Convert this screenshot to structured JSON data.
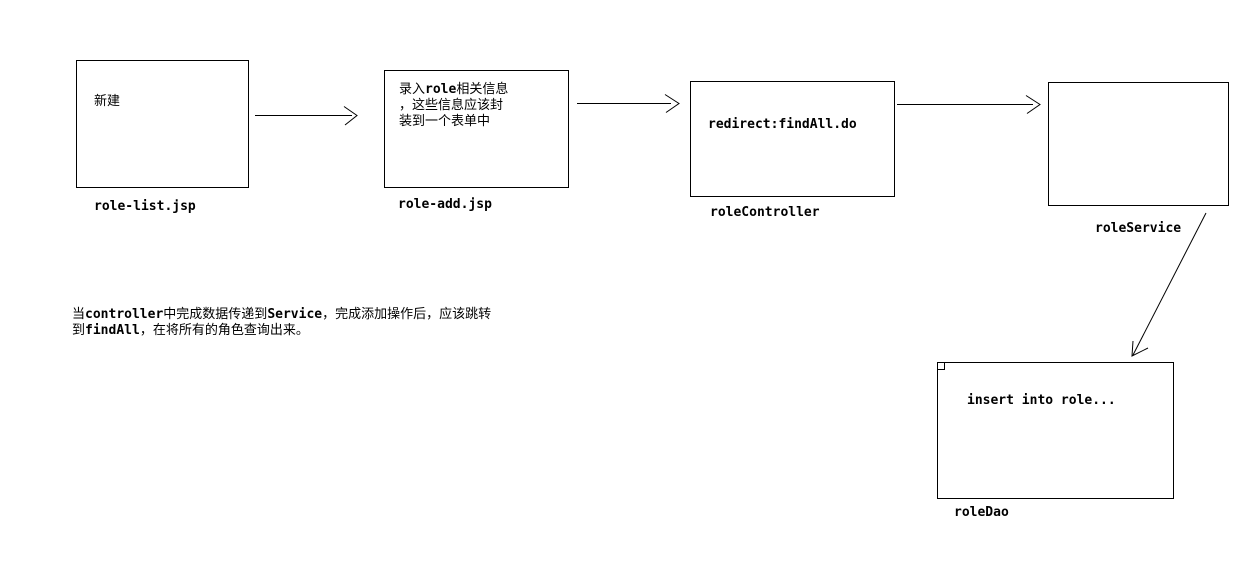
{
  "colors": {
    "background": "#ffffff",
    "line": "#000000",
    "text": "#000000"
  },
  "diagram": {
    "nodes": [
      {
        "id": "role-list-jsp",
        "text_lines": [
          "新建"
        ],
        "label": "role-list.jsp"
      },
      {
        "id": "role-add-jsp",
        "text_lines": [
          "录入role相关信息",
          "，这些信息应该封",
          "装到一个表单中"
        ],
        "label": "role-add.jsp"
      },
      {
        "id": "role-controller",
        "text_lines": [
          "redirect:findAll.do"
        ],
        "label": "roleController"
      },
      {
        "id": "role-service",
        "text_lines": [],
        "label": "roleService"
      },
      {
        "id": "role-dao",
        "text_lines": [
          "insert into role..."
        ],
        "label": "roleDao"
      }
    ],
    "note_lines": [
      "当controller中完成数据传递到Service，完成添加操作后，应该跳转",
      "到findAll，在将所有的角色查询出来。"
    ]
  }
}
